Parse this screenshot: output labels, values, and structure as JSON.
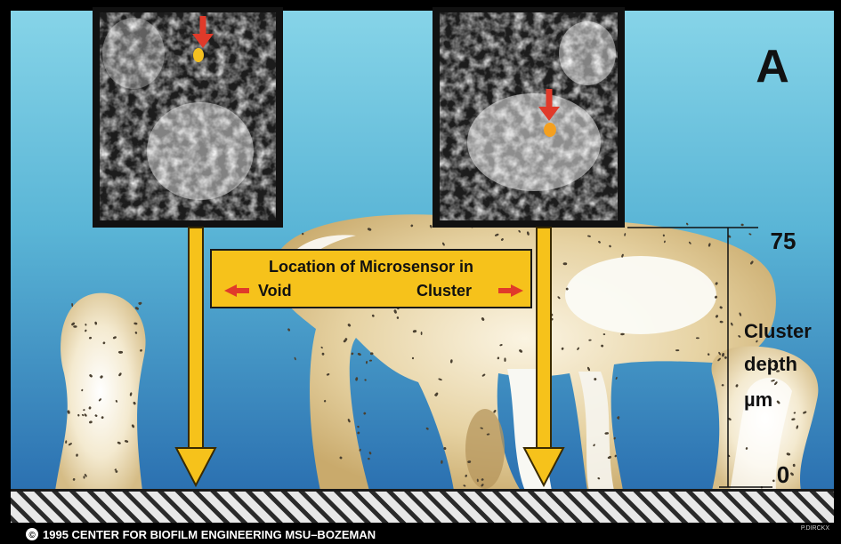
{
  "panel_label": "A",
  "legend": {
    "title": "Location of Microsensor in",
    "void": "Void",
    "cluster": "Cluster"
  },
  "scale": {
    "top": "75",
    "bottom": "0",
    "label_line1": "Cluster",
    "label_line2": "depth",
    "label_line3": "µm"
  },
  "footer": {
    "copyright_symbol": "©",
    "credit": "1995  CENTER FOR BIOFILM ENGINEERING   MSU–BOZEMAN",
    "artist": "P.DIRCKX"
  },
  "colors": {
    "water_top": "#7fd0e6",
    "water_bottom": "#2f78b6",
    "biofilm": "#d8c08a",
    "arrow_yellow": "#f6c21b",
    "pointer_red": "#e03a2a"
  }
}
